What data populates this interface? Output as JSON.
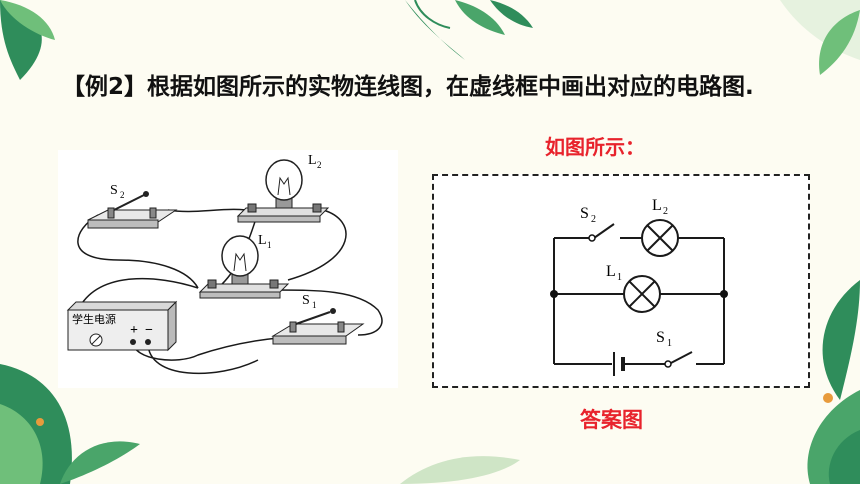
{
  "question": {
    "tag": "【例2】",
    "text": "根据如图所示的实物连线图，在虚线框中画出对应的电路图."
  },
  "answer": {
    "note": "如图所示：",
    "caption": "答案图"
  },
  "photo_labels": {
    "s2": "S",
    "s2_sub": "2",
    "l2": "L",
    "l2_sub": "2",
    "l1": "L",
    "l1_sub": "1",
    "s1": "S",
    "s1_sub": "1",
    "power": "学生电源",
    "plus": "+",
    "minus": "−"
  },
  "schematic_labels": {
    "s2": "S",
    "s2_sub": "2",
    "l2": "L",
    "l2_sub": "2",
    "l1": "L",
    "l1_sub": "1",
    "s1": "S",
    "s1_sub": "1"
  },
  "colors": {
    "accent_red": "#e8232c",
    "leaf_green": "#2f8d5b",
    "leaf_light": "#6fbf7a",
    "bg": "#fdfcf2"
  }
}
